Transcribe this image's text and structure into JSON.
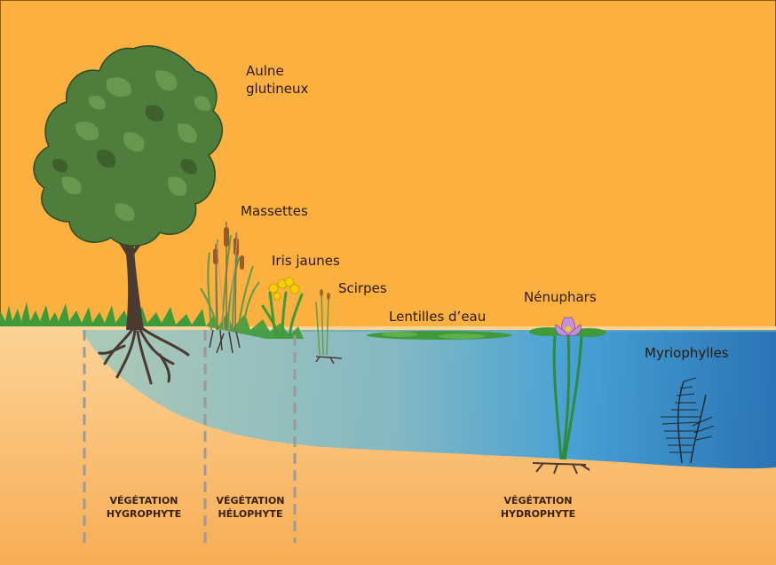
{
  "labels": {
    "aulne_line1": "Aulne",
    "aulne_line2": "glutineux",
    "massettes": "Massettes",
    "iris": "Iris jaunes",
    "scirpes": "Scirpes",
    "lentilles": "Lentilles d’eau",
    "nenuphars": "Nénuphars",
    "myriophylles": "Myriophylles"
  },
  "zones": {
    "hygro_line1": "VÉGÉTATION",
    "hygro_line2": "HYGROPHYTE",
    "helo_line1": "VÉGÉTATION",
    "helo_line2": "HÉLOPHYTE",
    "hydro_line1": "VÉGÉTATION",
    "hydro_line2": "HYDROPHYTE"
  },
  "colors": {
    "sky": "#fbb040",
    "ground": "#f9b76a",
    "water_shallow": "#8fc2bf",
    "water_deep": "#1b7fc9",
    "grass": "#3f9a3a",
    "foliage": "#4f7d3b",
    "trunk": "#4a3a32",
    "lily_flower": "#c78fd6"
  }
}
